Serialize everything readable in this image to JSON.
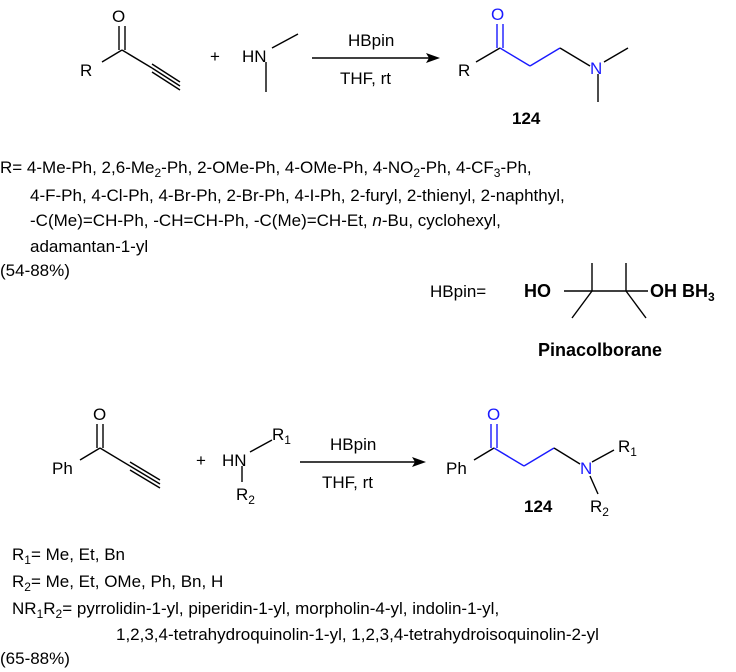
{
  "scheme1": {
    "ketone_o": "O",
    "ketone_r": "R",
    "plus": "+",
    "amine_hn": "HN",
    "reagent": "HBpin",
    "conditions": "THF, rt",
    "product_o": "O",
    "product_r": "R",
    "product_n": "N",
    "product_label": "124",
    "r_scope_prefix": "R= 4-Me-Ph, 2,6-Me",
    "r_scope_line1_b": "-Ph, 2-OMe-Ph, 4-OMe-Ph, 4-NO",
    "r_scope_line1_c": "-Ph, 4-CF",
    "r_scope_line1_d": "-Ph,",
    "sub2": "2",
    "sub3": "3",
    "r_scope_line2": "4-F-Ph, 4-Cl-Ph, 4-Br-Ph, 2-Br-Ph, 4-I-Ph, 2-furyl, 2-thienyl, 2-naphthyl,",
    "r_scope_line3_a": "-C(Me)=CH-Ph, -CH=CH-Ph, -C(Me)=CH-Et, ",
    "r_scope_line3_italic": "n",
    "r_scope_line3_b": "-Bu, cyclohexyl,",
    "r_scope_line4": "adamantan-1-yl",
    "yield": "(54-88%)"
  },
  "hbpin": {
    "label": "HBpin=",
    "ho": "HO",
    "oh_bh3_a": "OH BH",
    "oh_bh3_sub": "3",
    "name": "Pinacolborane"
  },
  "scheme2": {
    "ketone_o": "O",
    "ph": "Ph",
    "plus": "+",
    "amine_hn": "HN",
    "r1": "R",
    "r1_sub": "1",
    "r2": "R",
    "r2_sub": "2",
    "reagent": "HBpin",
    "conditions": "THF, rt",
    "product_o": "O",
    "product_ph": "Ph",
    "product_n": "N",
    "product_r1": "R",
    "product_r1_sub": "1",
    "product_r2": "R",
    "product_r2_sub": "2",
    "product_label": "124",
    "scope_r1_a": "R",
    "scope_r1_sub": "1",
    "scope_r1_b": "= Me, Et, Bn",
    "scope_r2_a": "R",
    "scope_r2_sub": "2",
    "scope_r2_b": "= Me, Et, OMe, Ph, Bn, H",
    "scope_nr_a": "NR",
    "scope_nr_sub1": "1",
    "scope_nr_b": "R",
    "scope_nr_sub2": "2",
    "scope_nr_c": "= pyrrolidin-1-yl, piperidin-1-yl, morpholin-4-yl, indolin-1-yl,",
    "scope_nr_line2": "1,2,3,4-tetrahydroquinolin-1-yl, 1,2,3,4-tetrahydroisoquinolin-2-yl",
    "yield": "(65-88%)"
  },
  "colors": {
    "highlight": "#1a1aff",
    "ink": "#000000"
  }
}
